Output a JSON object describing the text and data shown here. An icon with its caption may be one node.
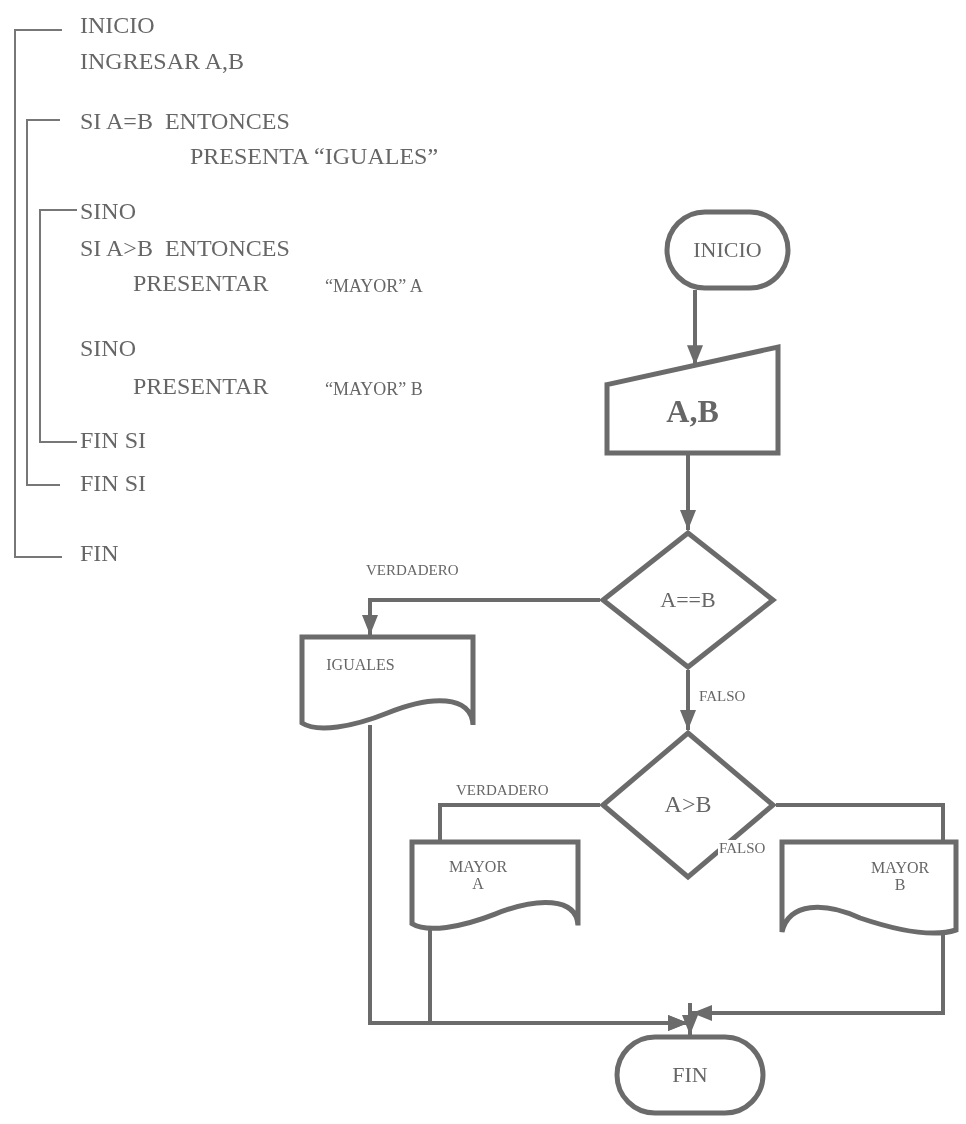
{
  "diagram": {
    "nodes": [
      {
        "text": [
          "INICIO"
        ]
      },
      {
        "text": [
          "A,B"
        ]
      },
      {
        "text": [
          "A==B"
        ]
      },
      {
        "text": [
          "IGUALES"
        ]
      },
      {
        "text": [
          "A>B"
        ]
      },
      {
        "text": [
          "MAYOR A"
        ]
      },
      {
        "text": [
          "MAYOR B"
        ]
      },
      {
        "text": [
          "FIN"
        ]
      }
    ],
    "edges": [
      {
        "from": 0,
        "to": 1,
        "arrow": "to"
      },
      {
        "from": 1,
        "to": 2,
        "arrow": "to"
      },
      {
        "from": 2,
        "to": 3,
        "arrow": "to",
        "label": "VERDADERO"
      },
      {
        "from": 2,
        "to": 4,
        "arrow": "to",
        "label": "FALSO"
      },
      {
        "from": 4,
        "to": 5,
        "arrow": "none",
        "label": "VERDADERO"
      },
      {
        "from": 4,
        "to": 6,
        "arrow": "none",
        "label": "FALSO"
      },
      {
        "from": 3,
        "to": 7,
        "arrow": "to"
      },
      {
        "from": 5,
        "to": 7,
        "arrow": "to"
      },
      {
        "from": 6,
        "to": 7,
        "arrow": "to"
      }
    ],
    "labels": [
      "INICIO",
      "INGRESAR A,B",
      "SI A=B  ENTONCES",
      "PRESENTA “IGUALES”",
      "SINO",
      "SI A>B  ENTONCES",
      "PRESENTAR",
      "“MAYOR” A",
      "SINO",
      "PRESENTAR",
      "“MAYOR” B",
      "FIN SI",
      "FIN SI",
      "FIN"
    ]
  }
}
